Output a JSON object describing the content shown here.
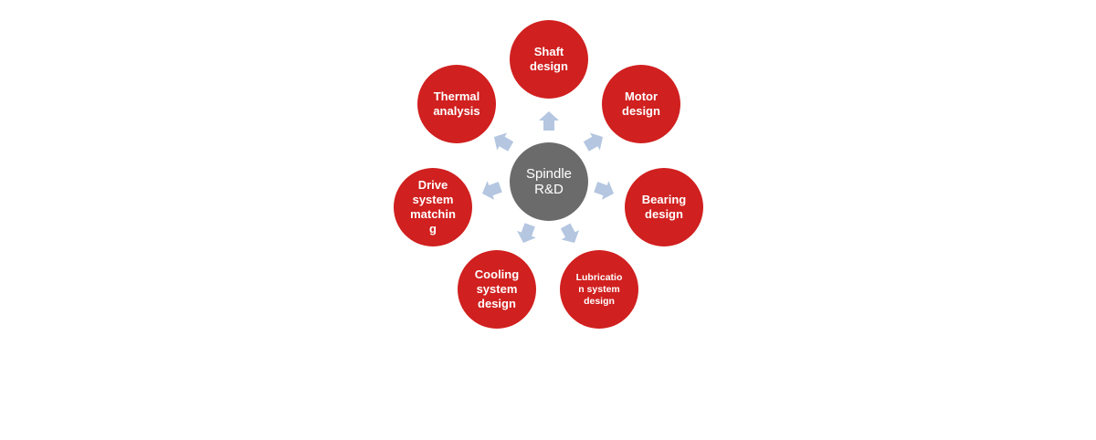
{
  "diagram": {
    "center": {
      "label": "Spindle\nR&D",
      "color": "#6b6b6b"
    },
    "outer_color": "#d0201f",
    "arrow_color": "#b4c6e0",
    "nodes": [
      {
        "id": "shaft",
        "label": "Shaft\ndesign"
      },
      {
        "id": "motor",
        "label": "Motor\ndesign"
      },
      {
        "id": "bearing",
        "label": "Bearing\ndesign"
      },
      {
        "id": "lubrication",
        "label": "Lubricatio\nn system\ndesign"
      },
      {
        "id": "cooling",
        "label": "Cooling\nsystem\ndesign"
      },
      {
        "id": "drive",
        "label": "Drive\nsystem\nmatchin\ng"
      },
      {
        "id": "thermal",
        "label": "Thermal\nanalysis"
      }
    ]
  }
}
